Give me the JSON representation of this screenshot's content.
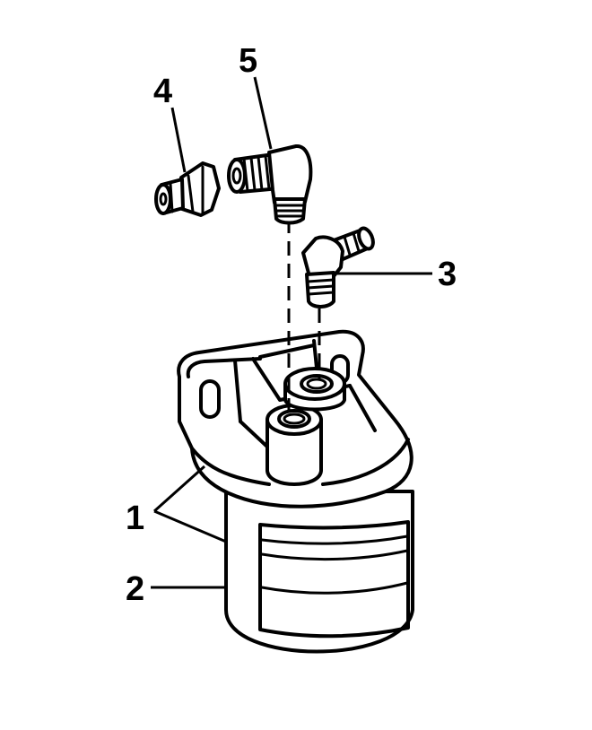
{
  "callouts": {
    "c1": "1",
    "c2": "2",
    "c3": "3",
    "c4": "4",
    "c5": "5"
  },
  "colors": {
    "ink": "#000000",
    "paper": "#ffffff"
  }
}
